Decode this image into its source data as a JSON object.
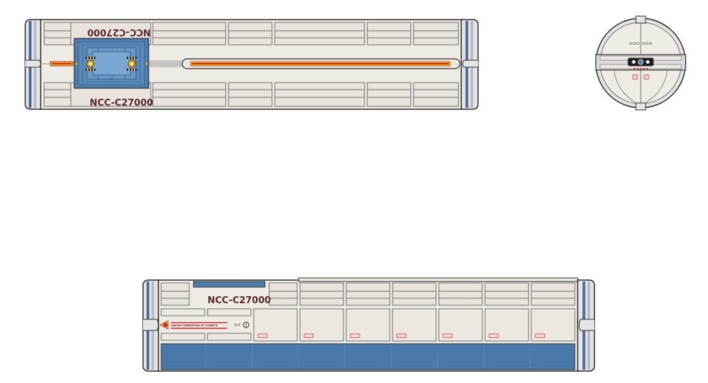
{
  "registry": {
    "top_upper": "NCC-C27000",
    "top_lower": "NCC-C27000",
    "side": "NCC-C27000"
  },
  "side_label": "UNITED FEDERATION OF PLANETS",
  "colors": {
    "hull": "#eeeae4",
    "outline": "#2b2b2b",
    "panel_line": "#6d6d6d",
    "blue_panel": "#4f7fae",
    "blue_dark": "#35608f",
    "stripe_red": "#d61f26",
    "stripe_yellow": "#f2b516",
    "text": "#5a2430"
  }
}
